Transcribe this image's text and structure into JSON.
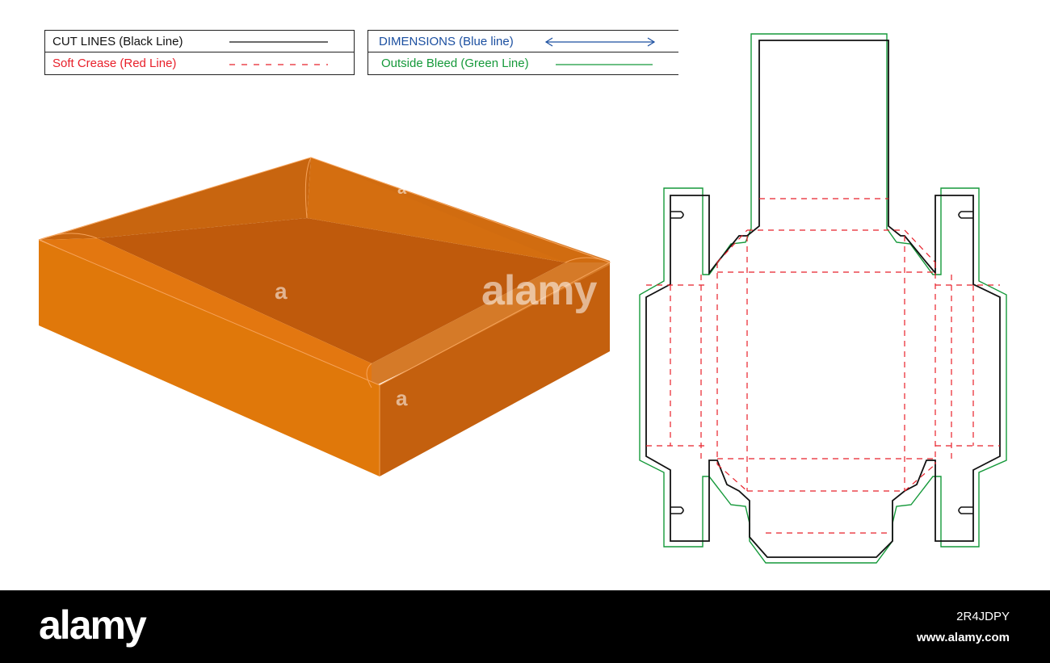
{
  "legend": {
    "cut_lines": {
      "label": "CUT LINES (Black Line)",
      "color": "#111111",
      "style": "solid"
    },
    "soft_crease": {
      "label": "Soft Crease (Red Line)",
      "color": "#e8202a",
      "style": "dashed"
    },
    "dimensions": {
      "label": "DIMENSIONS (Blue line)",
      "color": "#1b4fa0",
      "style": "double-arrow"
    },
    "outside_bleed": {
      "label": "Outside Bleed (Green Line)",
      "color": "#15993a",
      "style": "solid"
    }
  },
  "box_colors": {
    "front": "#e0780a",
    "side": "#c9620e",
    "inner_floor": "#bf5a0c",
    "inner_wall": "#d26d10",
    "rim": "#ef7b14"
  },
  "watermarks": [
    "alamy",
    "a",
    "a",
    "a"
  ],
  "footer": {
    "logo": "alamy",
    "image_id": "2R4JDPY",
    "site": "www.alamy.com"
  }
}
